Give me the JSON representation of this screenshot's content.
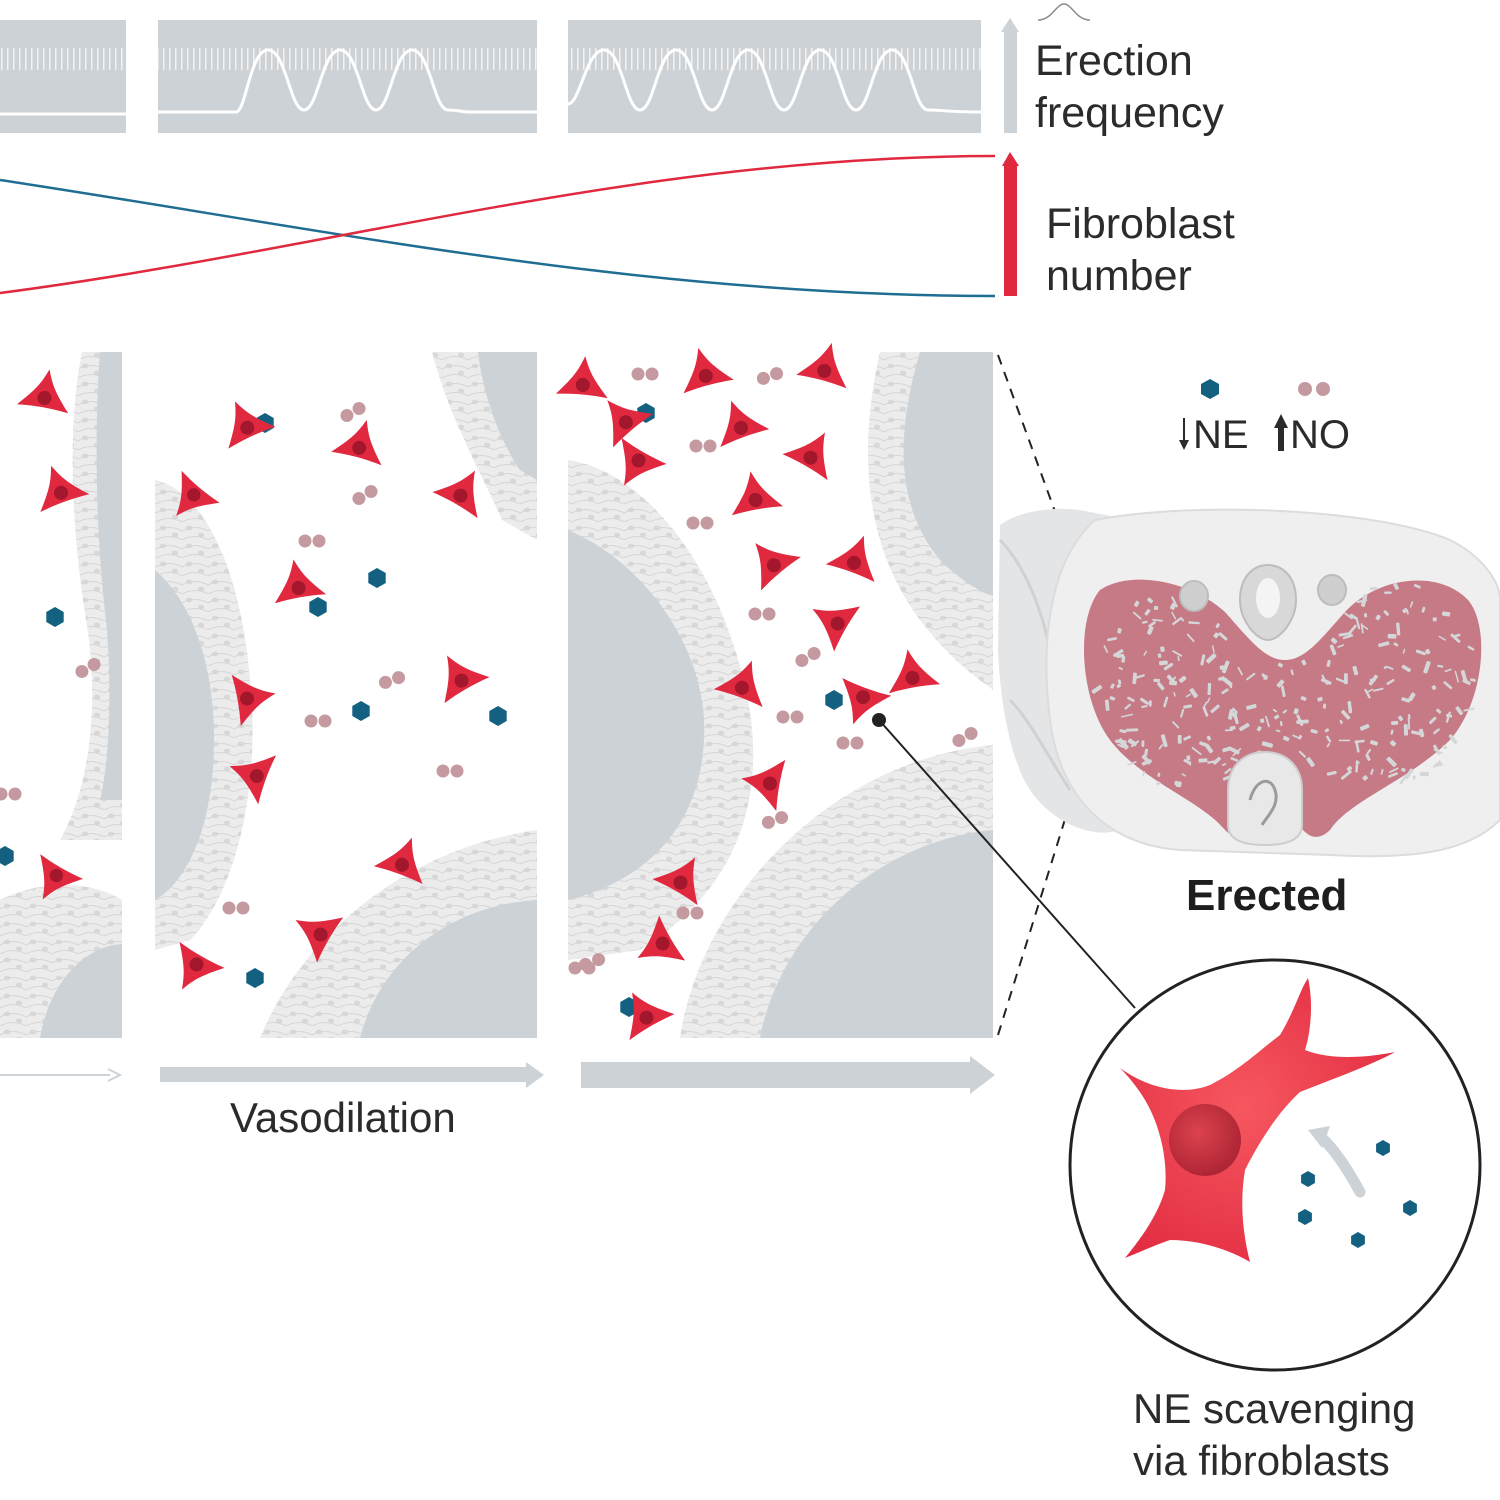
{
  "labels": {
    "erection_frequency_line1": "Erection",
    "erection_frequency_line2": "frequency",
    "fibroblast_number_line1": "Fibroblast",
    "fibroblast_number_line2": "number",
    "legend_ne": "NE",
    "legend_no": "NO",
    "vasodilation": "Vasodilation",
    "erected": "Erected",
    "ne_scavenging_line1": "NE scavenging",
    "ne_scavenging_line2": "via fibroblasts"
  },
  "legend_arrows": {
    "ne": "down",
    "no": "up"
  },
  "colors": {
    "fibroblast_red": "#e0283f",
    "fibroblast_nucleus": "#a2172b",
    "ne_teal": "#136080",
    "no_pink": "#c49aa0",
    "tissue_pink": "#c67a86",
    "panel_gray": "#cdd2d6",
    "vessel_wall": "#ececec",
    "blue_curve": "#1f6d93",
    "red_curve": "#e0283f",
    "label_text": "#2b2b2b"
  },
  "icons": [
    "fibroblast-cell-icon",
    "ne-molecule-icon",
    "no-molecule-icon",
    "arrow-down-icon",
    "arrow-up-icon"
  ]
}
